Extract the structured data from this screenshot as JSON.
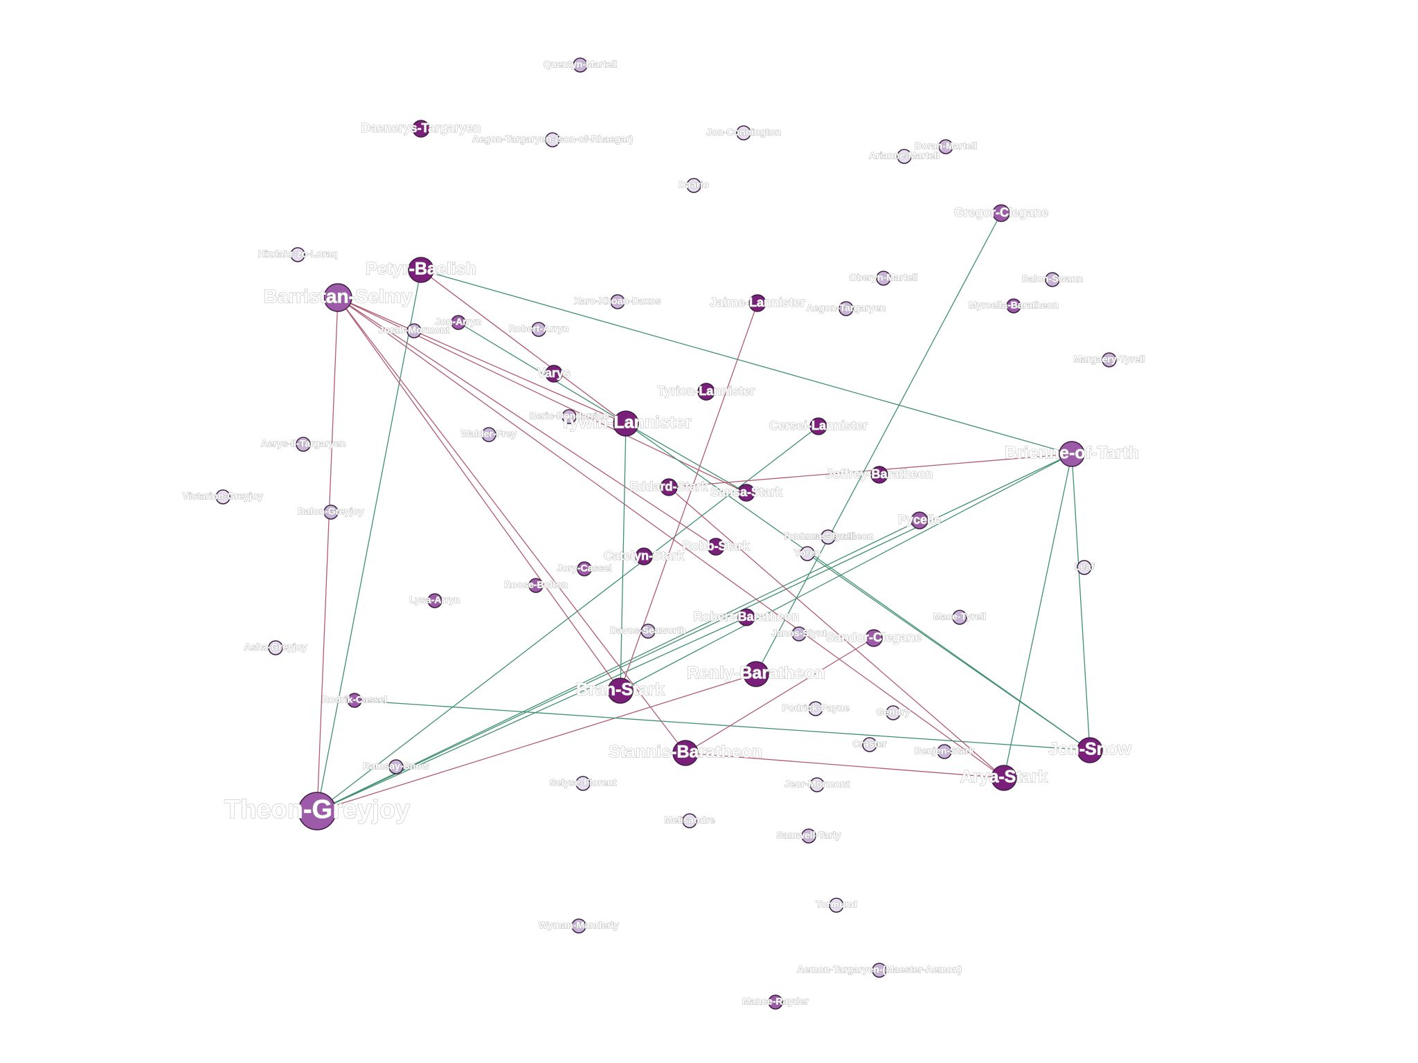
{
  "colors": {
    "background": "#ffffff",
    "edge_green": "#3f8f6f",
    "edge_red": "#b05a72",
    "node_dark": "#7a1f7a",
    "node_mid": "#9c5aa8",
    "node_light": "#c7b4d6",
    "node_pale": "#e6e0ee"
  },
  "nodes": [
    {
      "id": "Theon-Greyjoy",
      "label": "Theon-Greyjoy",
      "size": "xl",
      "shade": "mid"
    },
    {
      "id": "Barristan-Selmy",
      "label": "Barristan-Selmy",
      "size": "lg",
      "shade": "mid"
    },
    {
      "id": "Petyr-Baelish",
      "label": "Petyr-Baelish",
      "size": "md",
      "shade": "dark"
    },
    {
      "id": "Tywin-Lannister",
      "label": "Tywin-Lannister",
      "size": "md",
      "shade": "dark"
    },
    {
      "id": "Brienne-of-Tarth",
      "label": "Brienne-of-Tarth",
      "size": "md",
      "shade": "mid"
    },
    {
      "id": "Jon-Snow",
      "label": "Jon-Snow",
      "size": "md",
      "shade": "dark"
    },
    {
      "id": "Arya-Stark",
      "label": "Arya-Stark",
      "size": "md",
      "shade": "dark"
    },
    {
      "id": "Bran-Stark",
      "label": "Bran-Stark",
      "size": "md",
      "shade": "dark"
    },
    {
      "id": "Renly-Baratheon",
      "label": "Renly-Baratheon",
      "size": "md",
      "shade": "dark"
    },
    {
      "id": "Stannis-Baratheon",
      "label": "Stannis-Baratheon",
      "size": "md",
      "shade": "dark"
    },
    {
      "id": "Sansa-Stark",
      "label": "Sansa-Stark",
      "size": "sm",
      "shade": "dark"
    },
    {
      "id": "Joffrey-Baratheon",
      "label": "Joffrey-Baratheon",
      "size": "sm",
      "shade": "dark"
    },
    {
      "id": "Cersei-Lannister",
      "label": "Cersei-Lannister",
      "size": "sm",
      "shade": "dark"
    },
    {
      "id": "Eddard-Stark",
      "label": "Eddard-Stark",
      "size": "sm",
      "shade": "dark"
    },
    {
      "id": "Robb-Stark",
      "label": "Robb-Stark",
      "size": "sm",
      "shade": "dark"
    },
    {
      "id": "Catelyn-Stark",
      "label": "Catelyn-Stark",
      "size": "sm",
      "shade": "dark"
    },
    {
      "id": "Robert-Baratheon",
      "label": "Robert-Baratheon",
      "size": "sm",
      "shade": "dark"
    },
    {
      "id": "Jaime-Lannister",
      "label": "Jaime-Lannister",
      "size": "sm",
      "shade": "dark"
    },
    {
      "id": "Tyrion-Lannister",
      "label": "Tyrion-Lannister",
      "size": "sm",
      "shade": "dark"
    },
    {
      "id": "Varys",
      "label": "Varys",
      "size": "sm",
      "shade": "dark"
    },
    {
      "id": "Daenerys-Targaryen",
      "label": "Daenerys-Targaryen",
      "size": "sm",
      "shade": "dark"
    },
    {
      "id": "Sandor-Clegane",
      "label": "Sandor-Clegane",
      "size": "sm",
      "shade": "mid"
    },
    {
      "id": "Pycelle",
      "label": "Pycelle",
      "size": "sm",
      "shade": "mid"
    },
    {
      "id": "Gregor-Clegane",
      "label": "Gregor-Clegane",
      "size": "sm",
      "shade": "mid"
    },
    {
      "id": "Tommen-Baratheon",
      "label": "Tommen-Baratheon",
      "size": "xs",
      "shade": "mid"
    },
    {
      "id": "Jon-Arryn",
      "label": "Jon-Arryn",
      "size": "xs",
      "shade": "mid"
    },
    {
      "id": "Jorah-Mormont",
      "label": "Jorah-Mormont",
      "size": "xs",
      "shade": "light"
    },
    {
      "id": "Robert-Arryn",
      "label": "Robert-Arryn",
      "size": "xs",
      "shade": "light"
    },
    {
      "id": "Beric-Dondarrion",
      "label": "Beric-Dondarrion",
      "size": "xs",
      "shade": "light"
    },
    {
      "id": "Walder-Frey",
      "label": "Walder-Frey",
      "size": "xs",
      "shade": "light"
    },
    {
      "id": "Aerys-II-Targaryen",
      "label": "Aerys-II-Targaryen",
      "size": "xs",
      "shade": "light"
    },
    {
      "id": "Victarion-Greyjoy",
      "label": "Victarion-Greyjoy",
      "size": "xs",
      "shade": "pale"
    },
    {
      "id": "Balon-Greyjoy",
      "label": "Balon-Greyjoy",
      "size": "xs",
      "shade": "light"
    },
    {
      "id": "Lysa-Arryn",
      "label": "Lysa-Arryn",
      "size": "xs",
      "shade": "mid"
    },
    {
      "id": "Asha-Greyjoy",
      "label": "Asha-Greyjoy",
      "size": "xs",
      "shade": "pale"
    },
    {
      "id": "Rodrik-Cassel",
      "label": "Rodrik-Cassel",
      "size": "xs",
      "shade": "mid"
    },
    {
      "id": "Ramsay-Snow",
      "label": "Ramsay-Snow",
      "size": "xs",
      "shade": "light"
    },
    {
      "id": "Jory-Cassel",
      "label": "Jory-Cassel",
      "size": "xs",
      "shade": "mid"
    },
    {
      "id": "Roose-Bolton",
      "label": "Roose-Bolton",
      "size": "xs",
      "shade": "mid"
    },
    {
      "id": "Davos-Seaworth",
      "label": "Davos-Seaworth",
      "size": "xs",
      "shade": "light"
    },
    {
      "id": "Janos-Slynt",
      "label": "Janos-Slynt",
      "size": "xs",
      "shade": "light"
    },
    {
      "id": "Yoren",
      "label": "Yoren",
      "size": "xs",
      "shade": "pale"
    },
    {
      "id": "Loras-Tyrell",
      "label": "Loras-Tyrell",
      "size": "xs",
      "shade": "pale"
    },
    {
      "id": "Mace-Tyrell",
      "label": "Mace-Tyrell",
      "size": "xs",
      "shade": "light"
    },
    {
      "id": "Podrick-Payne",
      "label": "Podrick-Payne",
      "size": "xs",
      "shade": "pale"
    },
    {
      "id": "Gendry",
      "label": "Gendry",
      "size": "xs",
      "shade": "pale"
    },
    {
      "id": "Craster",
      "label": "Craster",
      "size": "xs",
      "shade": "pale"
    },
    {
      "id": "Benjen-Stark",
      "label": "Benjen-Stark",
      "size": "xs",
      "shade": "light"
    },
    {
      "id": "Jeor-Mormont",
      "label": "Jeor-Mormont",
      "size": "xs",
      "shade": "pale"
    },
    {
      "id": "Selyse-Florent",
      "label": "Selyse-Florent",
      "size": "xs",
      "shade": "pale"
    },
    {
      "id": "Melisandre",
      "label": "Melisandre",
      "size": "xs",
      "shade": "pale"
    },
    {
      "id": "Samwell-Tarly",
      "label": "Samwell-Tarly",
      "size": "xs",
      "shade": "light"
    },
    {
      "id": "Tormund",
      "label": "Tormund",
      "size": "xs",
      "shade": "pale"
    },
    {
      "id": "Wyman-Manderly",
      "label": "Wyman-Manderly",
      "size": "xs",
      "shade": "light"
    },
    {
      "id": "Aemon-Targaryen-(Maester-Aemon)",
      "label": "Aemon-Targaryen-(Maester-Aemon)",
      "size": "xs",
      "shade": "light"
    },
    {
      "id": "Mance-Rayder",
      "label": "Mance-Rayder",
      "size": "xs",
      "shade": "mid"
    },
    {
      "id": "Quentyn-Martell",
      "label": "Quentyn-Martell",
      "size": "xs",
      "shade": "light"
    },
    {
      "id": "Aegon-Targaryen-(son-of-Rhaegar)",
      "label": "Aegon-Targaryen-(son-of-Rhaegar)",
      "size": "xs",
      "shade": "pale"
    },
    {
      "id": "Jon-Connington",
      "label": "Jon-Connington",
      "size": "xs",
      "shade": "pale"
    },
    {
      "id": "Doran-Martell",
      "label": "Doran-Martell",
      "size": "xs",
      "shade": "light"
    },
    {
      "id": "Arianne-Martell",
      "label": "Arianne-Martell",
      "size": "xs",
      "shade": "pale"
    },
    {
      "id": "Daario",
      "label": "Daario",
      "size": "xs",
      "shade": "pale"
    },
    {
      "id": "Hizdahr-zo-Loraq",
      "label": "Hizdahr-zo-Loraq",
      "size": "xs",
      "shade": "pale"
    },
    {
      "id": "Oberyn-Martell",
      "label": "Oberyn-Martell",
      "size": "xs",
      "shade": "light"
    },
    {
      "id": "Balon-Swann",
      "label": "Balon-Swann",
      "size": "xs",
      "shade": "light"
    },
    {
      "id": "Myrcella-Baratheon",
      "label": "Myrcella-Baratheon",
      "size": "xs",
      "shade": "mid"
    },
    {
      "id": "Barristan-Selmy-friend-Xaro",
      "label": "Xaro-Xhoan-Daxos",
      "size": "xs",
      "shade": "light"
    },
    {
      "id": "Aegon-Targaryen",
      "label": "Aegon-Targaryen",
      "size": "xs",
      "shade": "light"
    },
    {
      "id": "Margaery-Tyrell",
      "label": "Margaery-Tyrell",
      "size": "xs",
      "shade": "light"
    },
    {
      "id": "Leaf",
      "label": "Leaf",
      "size": "xs",
      "shade": "pale"
    }
  ],
  "edges": [
    {
      "source": "Theon-Greyjoy",
      "target": "Barristan-Selmy",
      "kind": "red"
    },
    {
      "source": "Theon-Greyjoy",
      "target": "Petyr-Baelish",
      "kind": "green"
    },
    {
      "source": "Theon-Greyjoy",
      "target": "Brienne-of-Tarth",
      "kind": "green"
    },
    {
      "source": "Theon-Greyjoy",
      "target": "Cersei-Lannister",
      "kind": "green"
    },
    {
      "source": "Theon-Greyjoy",
      "target": "Pycelle",
      "kind": "green"
    },
    {
      "source": "Theon-Greyjoy",
      "target": "Robert-Baratheon",
      "kind": "green"
    },
    {
      "source": "Theon-Greyjoy",
      "target": "Renly-Baratheon",
      "kind": "red"
    },
    {
      "source": "Barristan-Selmy",
      "target": "Tywin-Lannister",
      "kind": "red"
    },
    {
      "source": "Barristan-Selmy",
      "target": "Bran-Stark",
      "kind": "red"
    },
    {
      "source": "Barristan-Selmy",
      "target": "Stannis-Baratheon",
      "kind": "red"
    },
    {
      "source": "Barristan-Selmy",
      "target": "Sansa-Stark",
      "kind": "red"
    },
    {
      "source": "Barristan-Selmy",
      "target": "Arya-Stark",
      "kind": "red"
    },
    {
      "source": "Barristan-Selmy",
      "target": "Robb-Stark",
      "kind": "red"
    },
    {
      "source": "Petyr-Baelish",
      "target": "Brienne-of-Tarth",
      "kind": "green"
    },
    {
      "source": "Petyr-Baelish",
      "target": "Tywin-Lannister",
      "kind": "red"
    },
    {
      "source": "Tywin-Lannister",
      "target": "Bran-Stark",
      "kind": "green"
    },
    {
      "source": "Tywin-Lannister",
      "target": "Jon-Snow",
      "kind": "green"
    },
    {
      "source": "Tywin-Lannister",
      "target": "Sansa-Stark",
      "kind": "green"
    },
    {
      "source": "Tywin-Lannister",
      "target": "Jon-Arryn",
      "kind": "green"
    },
    {
      "source": "Brienne-of-Tarth",
      "target": "Jon-Snow",
      "kind": "green"
    },
    {
      "source": "Brienne-of-Tarth",
      "target": "Arya-Stark",
      "kind": "green"
    },
    {
      "source": "Brienne-of-Tarth",
      "target": "Bran-Stark",
      "kind": "green"
    },
    {
      "source": "Brienne-of-Tarth",
      "target": "Eddard-Stark",
      "kind": "red"
    },
    {
      "source": "Jon-Snow",
      "target": "Rodrik-Cassel",
      "kind": "green"
    },
    {
      "source": "Jon-Snow",
      "target": "Yoren",
      "kind": "green"
    },
    {
      "source": "Arya-Stark",
      "target": "Stannis-Baratheon",
      "kind": "red"
    },
    {
      "source": "Arya-Stark",
      "target": "Eddard-Stark",
      "kind": "red"
    },
    {
      "source": "Stannis-Baratheon",
      "target": "Sandor-Clegane",
      "kind": "red"
    },
    {
      "source": "Bran-Stark",
      "target": "Jaime-Lannister",
      "kind": "red"
    },
    {
      "source": "Renly-Baratheon",
      "target": "Gregor-Clegane",
      "kind": "green"
    }
  ]
}
